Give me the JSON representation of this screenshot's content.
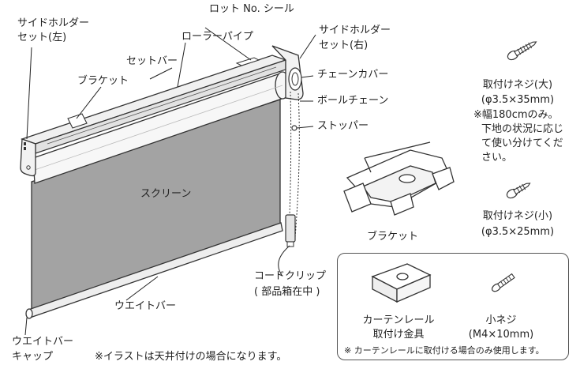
{
  "labels": {
    "side_holder_left_l1": "サイドホルダー",
    "side_holder_left_l2": "セット(左)",
    "lot_seal": "ロット No. シール",
    "roller_pipe": "ローラーパイプ",
    "side_holder_right_l1": "サイドホルダー",
    "side_holder_right_l2": "セット(右)",
    "set_bar": "セットバー",
    "chain_cover": "チェーンカバー",
    "bracket_left": "ブラケット",
    "ball_chain": "ボールチェーン",
    "stopper": "ストッパー",
    "screen": "スクリーン",
    "cord_clip_l1": "コードクリップ",
    "cord_clip_l2": "( 部品箱在中 )",
    "weight_bar": "ウエイトバー",
    "weight_bar_cap_l1": "ウエイトバー",
    "weight_bar_cap_l2": "キャップ",
    "illustration_note": "※イラストは天井付けの場合になります。",
    "screw_large_l1": "取付けネジ(大)",
    "screw_large_l2": "(φ3.5×35mm)",
    "screw_large_note_l1": "※幅180cmのみ。",
    "screw_large_note_l2": "下地の状況に応じ",
    "screw_large_note_l3": "て使い分けてくだ",
    "screw_large_note_l4": "さい。",
    "screw_small_l1": "取付けネジ(小)",
    "screw_small_l2": "(φ3.5×25mm)",
    "bracket_part": "ブラケット",
    "curtain_rail_l1": "カーテンレール",
    "curtain_rail_l2": "取付け金具",
    "small_screw_l1": "小ネジ",
    "small_screw_l2": "(M4×10mm)",
    "rail_note": "※ カーテンレールに取付ける場合のみ使用します。"
  },
  "colors": {
    "line": "#222222",
    "screen_fill": "#a3a3a3",
    "bar_fill": "#eeeeee",
    "box_border": "#555555"
  }
}
